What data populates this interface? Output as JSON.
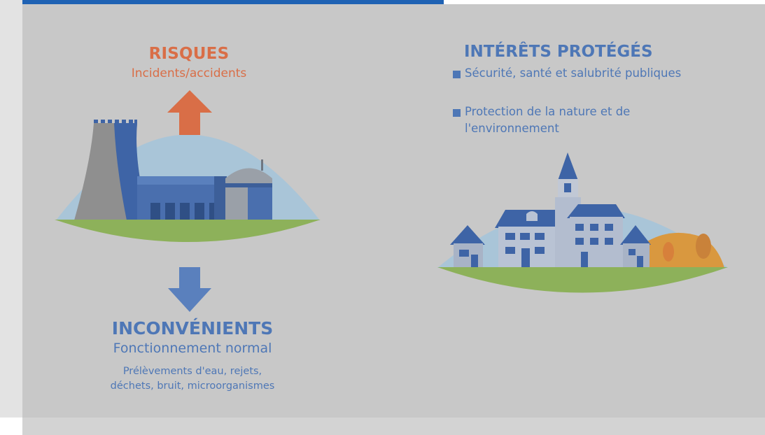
{
  "risks": {
    "title": "RISQUES",
    "subtitle": "Incidents/accidents"
  },
  "inconvenients": {
    "title": "INCONVÉNIENTS",
    "subtitle": "Fonctionnement normal",
    "details_line1": "Prélèvements d'eau, rejets,",
    "details_line2": "déchets, bruit, microorganismes"
  },
  "protected_interests": {
    "title": "INTÉRÊTS PROTÉGÉS",
    "items": [
      "Sécurité, santé et salubrité publiques",
      "Protection de la nature et de l'environnement"
    ]
  },
  "colors": {
    "accent_blue": "#4e77b6",
    "risk_orange": "#d96e47",
    "grass_green": "#8db15a",
    "sky_blue": "#a9c5d8",
    "panel_gray": "#c8c8c8",
    "top_bar_blue": "#1f62b4"
  },
  "icons": [
    "up-arrow-icon",
    "down-arrow-icon",
    "industrial-plant-icon",
    "village-icon",
    "bullet-square-icon"
  ]
}
